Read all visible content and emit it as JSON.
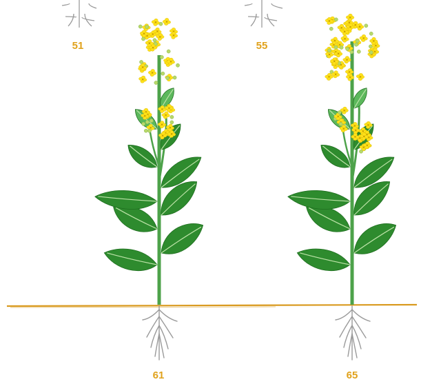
{
  "colors": {
    "label": "#e0a21c",
    "ground": "#d99a1f",
    "leaf_dark": "#2e8b2e",
    "leaf_light": "#5cb85c",
    "stem": "#4da24a",
    "flower": "#ffe11a",
    "bud": "#b8d86a",
    "root": "#9a9a9a"
  },
  "stages": [
    {
      "code": "51",
      "kind": "top-crop"
    },
    {
      "code": "55",
      "kind": "top-crop"
    },
    {
      "code": "61",
      "kind": "full-plant",
      "flowering": "early"
    },
    {
      "code": "65",
      "kind": "full-plant",
      "flowering": "full"
    }
  ]
}
